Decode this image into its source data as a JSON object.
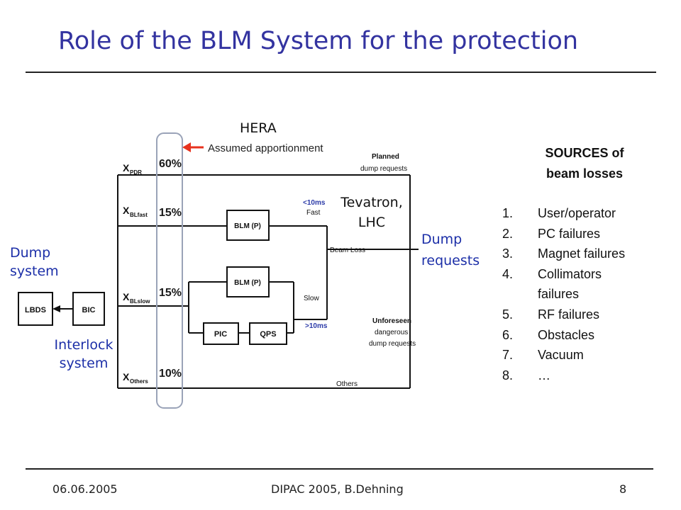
{
  "slide": {
    "title": "Role of the BLM System for the protection"
  },
  "annotations": {
    "hera": "HERA",
    "tevatron_line1": "Tevatron,",
    "tevatron_line2": "LHC",
    "dump_system_line1": "Dump",
    "dump_system_line2": "system",
    "interlock_line1": "Interlock",
    "interlock_line2": "system",
    "dump_requests_line1": "Dump",
    "dump_requests_line2": "requests"
  },
  "diagram": {
    "assumed_apportionment": "Assumed apportionment",
    "rows": [
      {
        "symbol": "X",
        "subscript": "PDR",
        "percent": "60%"
      },
      {
        "symbol": "X",
        "subscript": "BLfast",
        "percent": "15%"
      },
      {
        "symbol": "X",
        "subscript": "BLslow",
        "percent": "15%"
      },
      {
        "symbol": "X",
        "subscript": "Others",
        "percent": "10%"
      }
    ],
    "boxes": {
      "lbds": "LBDS",
      "bic": "BIC",
      "blm_fast": "BLM (P)",
      "blm_slow": "BLM (P)",
      "pic": "PIC",
      "qps": "QPS"
    },
    "labels": {
      "planned_line1": "Planned",
      "planned_line2": "dump requests",
      "fast_time": "<10ms",
      "fast": "Fast",
      "beam_loss": "Beam Loss",
      "slow": "Slow",
      "slow_time": ">10ms",
      "unforeseen_line1": "Unforeseen",
      "unforeseen_line2": "dangerous",
      "unforeseen_line3": "dump requests",
      "others": "Others"
    },
    "colors": {
      "arrow": "#e8321e",
      "highlight_border": "#9aa3b8"
    }
  },
  "sources": {
    "title_line1": "SOURCES of",
    "title_line2": "beam losses",
    "items": [
      {
        "num": "1.",
        "text": "User/operator"
      },
      {
        "num": "2.",
        "text": "PC failures"
      },
      {
        "num": "3.",
        "text": "Magnet failures"
      },
      {
        "num": "4.",
        "text": "Collimators failures"
      },
      {
        "num": "5.",
        "text": "RF failures"
      },
      {
        "num": "6.",
        "text": "Obstacles"
      },
      {
        "num": "7.",
        "text": "Vacuum"
      },
      {
        "num": "8.",
        "text": "…"
      }
    ]
  },
  "footer": {
    "date": "06.06.2005",
    "conference": "DIPAC 2005, B.Dehning",
    "page": "8"
  },
  "theme": {
    "title_color": "#3333a0",
    "annotation_color": "#1c2fa8"
  }
}
